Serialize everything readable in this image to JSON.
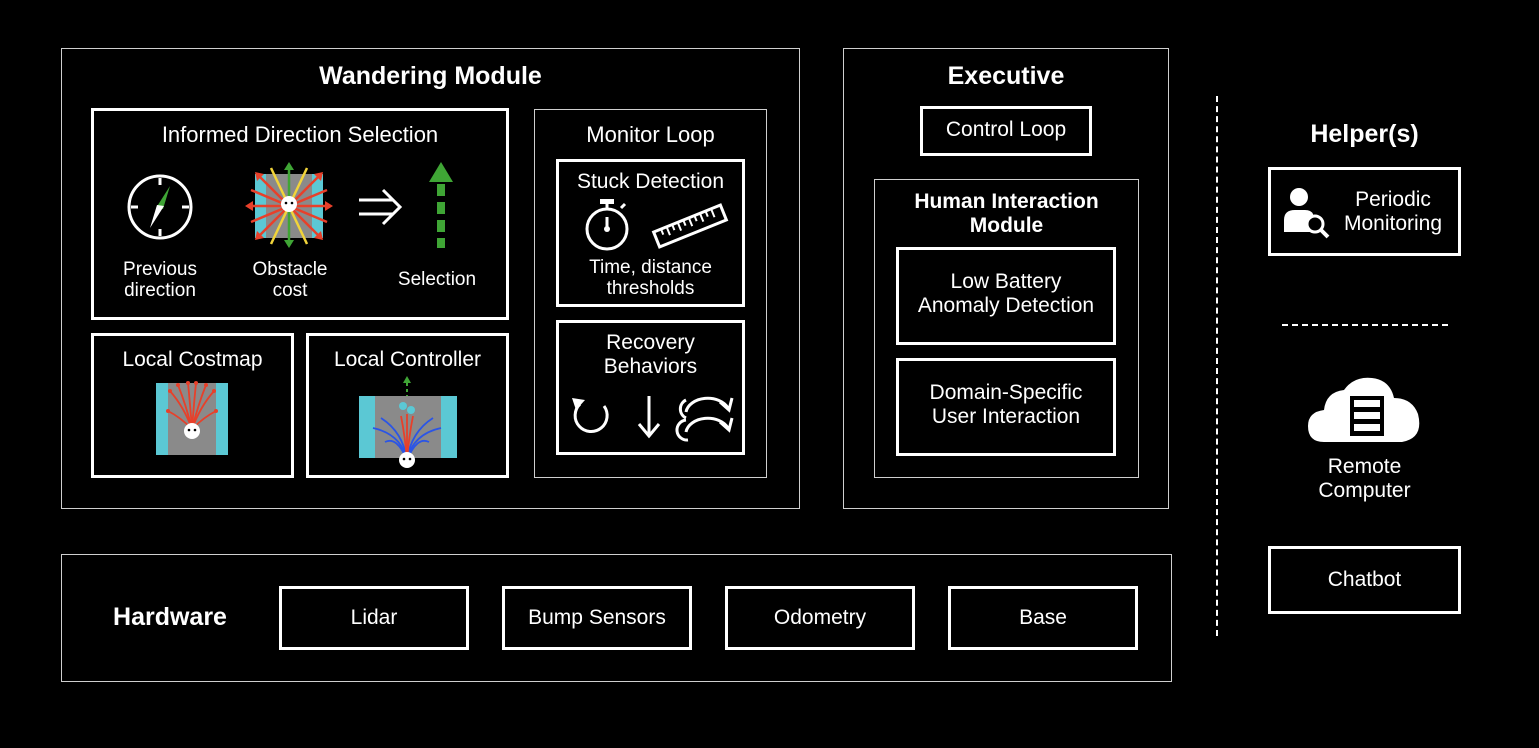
{
  "wandering": {
    "title": "Wandering Module",
    "informed": {
      "title": "Informed Direction Selection",
      "prev_l1": "Previous",
      "prev_l2": "direction",
      "obs_l1": "Obstacle",
      "obs_l2": "cost",
      "selection": "Selection"
    },
    "costmap": {
      "title": "Local Costmap"
    },
    "controller": {
      "title": "Local Controller"
    },
    "monitor": {
      "title": "Monitor Loop",
      "stuck": {
        "title": "Stuck Detection",
        "l1": "Time, distance",
        "l2": "thresholds"
      },
      "recovery": {
        "l1": "Recovery",
        "l2": "Behaviors"
      }
    }
  },
  "executive": {
    "title": "Executive",
    "control_loop": "Control Loop",
    "him": {
      "l1": "Human Interaction",
      "l2": "Module",
      "battery_l1": "Low Battery",
      "battery_l2": "Anomaly Detection",
      "domain_l1": "Domain-Specific",
      "domain_l2": "User Interaction"
    }
  },
  "hardware": {
    "title": "Hardware",
    "items": [
      "Lidar",
      "Bump Sensors",
      "Odometry",
      "Base"
    ]
  },
  "helpers": {
    "title": "Helper(s)",
    "periodic_l1": "Periodic",
    "periodic_l2": "Monitoring",
    "remote_l1": "Remote",
    "remote_l2": "Computer",
    "chatbot": "Chatbot"
  },
  "colors": {
    "teal": "#5bc8d4",
    "gray": "#8a8a8a",
    "green": "#3fa535",
    "red": "#e8402a",
    "blue": "#2b55e6",
    "yellow": "#f1d43a"
  }
}
